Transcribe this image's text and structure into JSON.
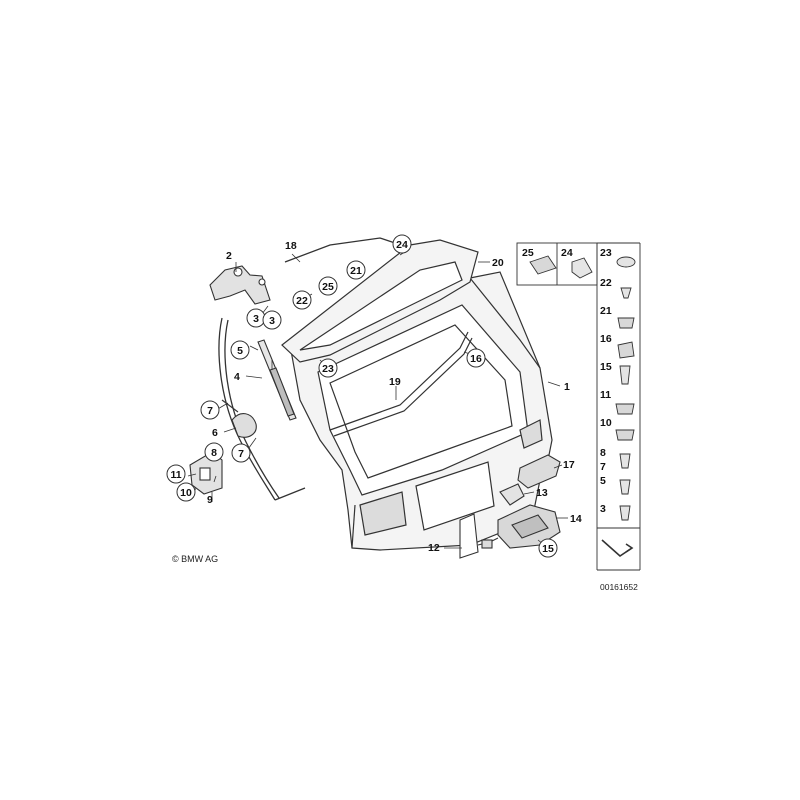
{
  "copyright": "© BMW AG",
  "diagram_id": "00161652",
  "callouts": {
    "c1": "1",
    "c2": "2",
    "c3a": "3",
    "c3b": "3",
    "c4": "4",
    "c5": "5",
    "c6": "6",
    "c7a": "7",
    "c7b": "7",
    "c8": "8",
    "c9": "9",
    "c10": "10",
    "c11": "11",
    "c12": "12",
    "c13": "13",
    "c14": "14",
    "c15": "15",
    "c16": "16",
    "c17": "17",
    "c18": "18",
    "c19": "19",
    "c20": "20",
    "c21": "21",
    "c22": "22",
    "c23": "23",
    "c24": "24",
    "c25": "25"
  },
  "legend": {
    "l25": "25",
    "l24": "24",
    "l23": "23",
    "l22": "22",
    "l21": "21",
    "l16": "16",
    "l15": "15",
    "l11": "11",
    "l10": "10",
    "l8": "8",
    "l7": "7",
    "l5": "5",
    "l3": "3"
  },
  "colors": {
    "line": "#333333",
    "fill": "#f3f3f3",
    "shade": "#cfcfcf"
  }
}
